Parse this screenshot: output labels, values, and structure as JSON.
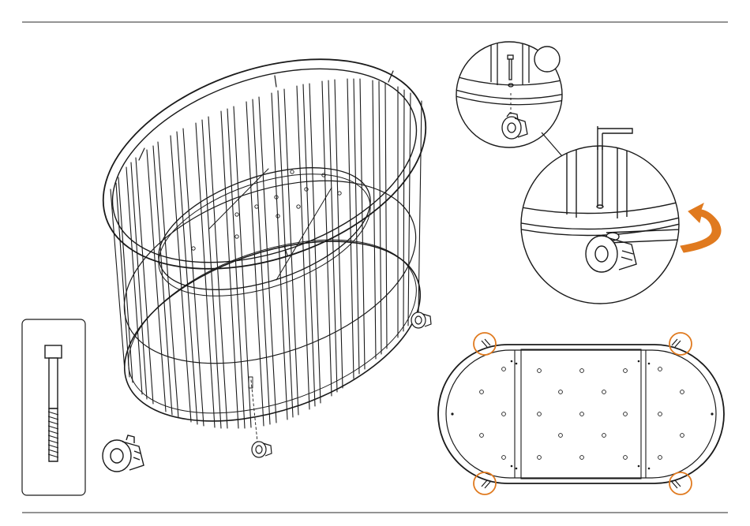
{
  "figure": {
    "kind": "assembly-instruction",
    "parts": [
      {
        "name": "bolt",
        "icon": "bolt-icon"
      },
      {
        "name": "caster-wheel",
        "icon": "caster-wheel-icon"
      },
      {
        "name": "hex-key",
        "icon": "hex-key-icon"
      }
    ],
    "callouts": [
      "bolt-insert-detail",
      "hex-key-tighten-detail",
      "bottom-view-caster-positions"
    ],
    "highlight_count": 4,
    "colors": {
      "line": "#1a1a1a",
      "accent": "#e07a1f",
      "rule": "#555555"
    }
  }
}
